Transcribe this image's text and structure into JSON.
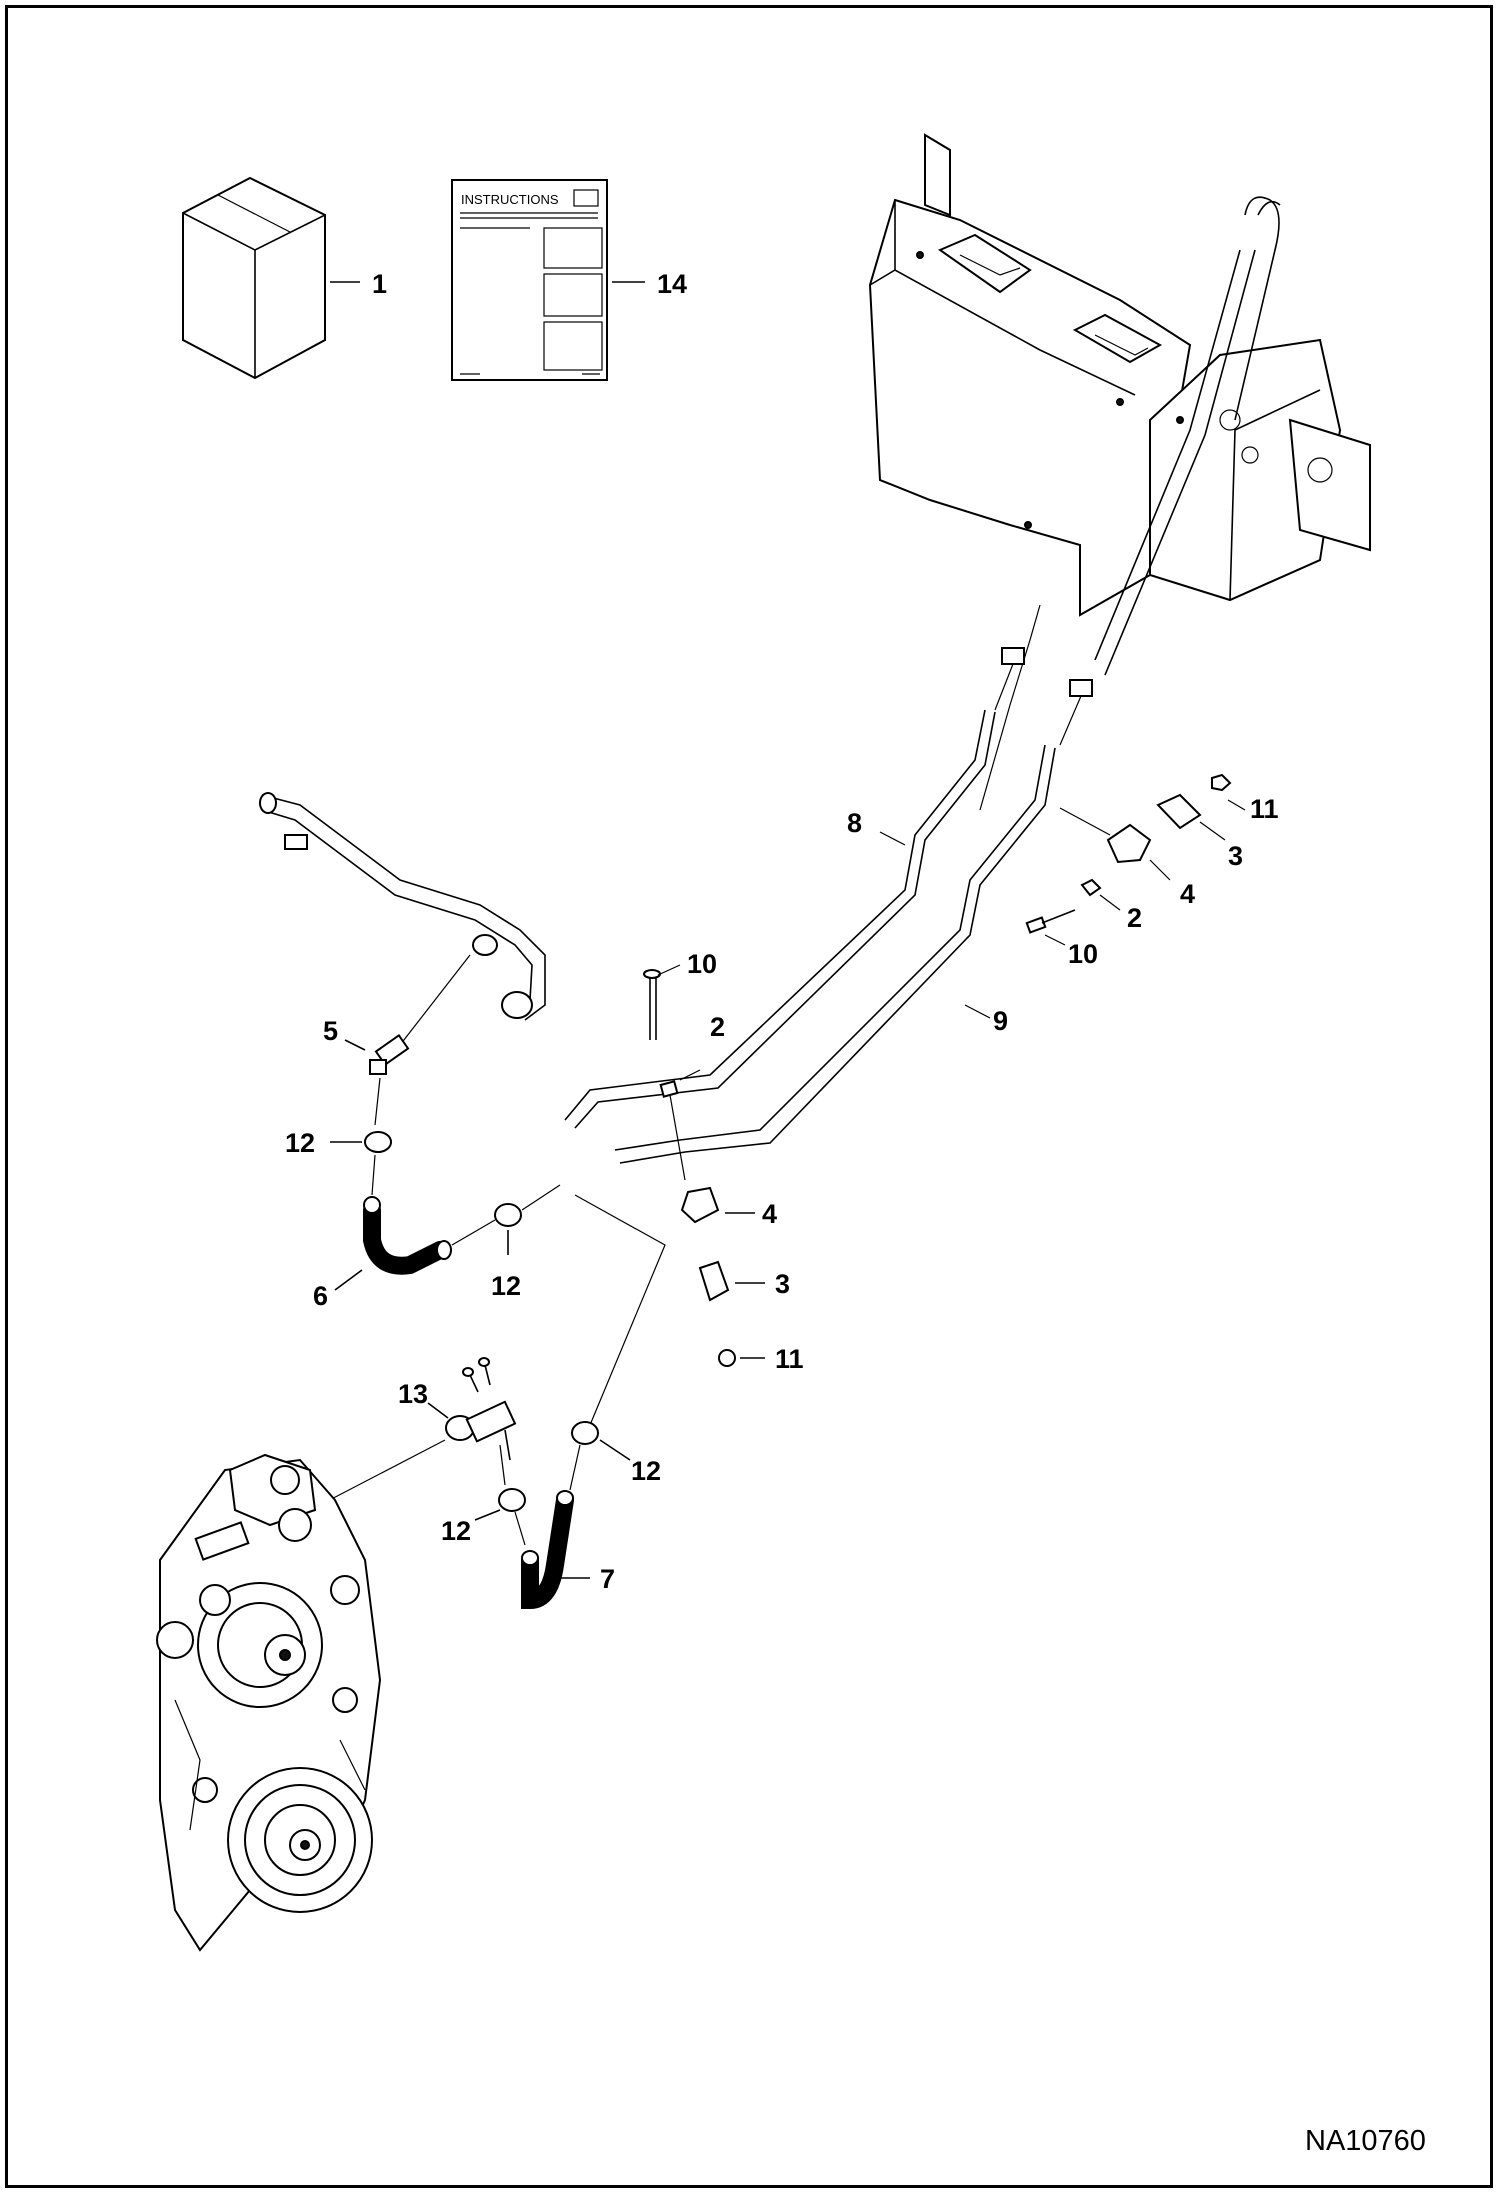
{
  "callouts": {
    "c1": "1",
    "c14": "14",
    "c8": "8",
    "c9": "9",
    "c11a": "11",
    "c3a": "3",
    "c4a": "4",
    "c2a": "2",
    "c10a": "10",
    "c10b": "10",
    "c2b": "2",
    "c5": "5",
    "c12a": "12",
    "c6": "6",
    "c12b": "12",
    "c4b": "4",
    "c3b": "3",
    "c11b": "11",
    "c13": "13",
    "c12c": "12",
    "c12d": "12",
    "c7": "7"
  },
  "instructions_label": "INSTRUCTIONS",
  "drawing_number": "NA10760"
}
